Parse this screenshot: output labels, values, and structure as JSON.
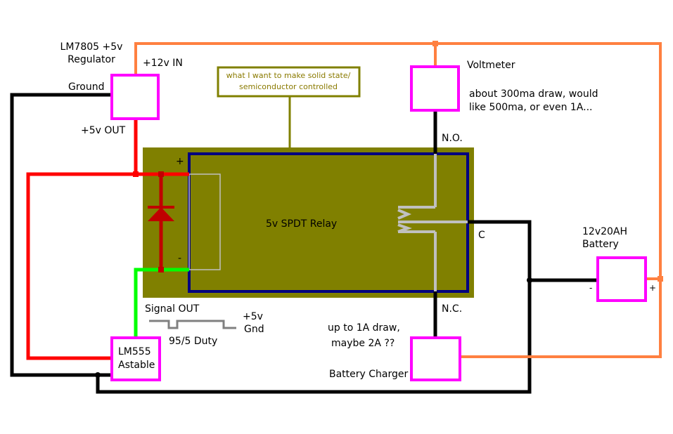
{
  "colors": {
    "wire_black": "#000000",
    "wire_red": "#ff0000",
    "wire_green": "#00ff00",
    "wire_orange": "#ff8040",
    "wire_olive": "#808000",
    "relay_body": "#808000",
    "relay_outline": "#000080",
    "component_box": "#ff00ff",
    "diode": "#c00000",
    "contact": "#c0c0c0"
  },
  "regulator": {
    "label_line1": "LM7805 +5v",
    "label_line2": "Regulator",
    "in_label": "+12v IN",
    "ground_label": "Ground",
    "out_label": "+5v OUT"
  },
  "note": {
    "line1": "what I want to make solid state/",
    "line2": "semiconductor controlled"
  },
  "relay": {
    "label": "5v SPDT Relay",
    "plus": "+",
    "minus": "-",
    "no_label": "N.O.",
    "nc_label": "N.C.",
    "c_label": "C"
  },
  "voltmeter": {
    "label": "Voltmeter",
    "note_line1": "about 300ma draw, would",
    "note_line2": "like 500ma, or even 1A..."
  },
  "battery": {
    "label_line1": "12v20AH",
    "label_line2": "Battery",
    "minus": "-",
    "plus": "+"
  },
  "timer": {
    "label_line1": "LM555",
    "label_line2": "Astable",
    "signal_label": "Signal OUT",
    "duty_label": "95/5 Duty",
    "high_label": "+5v",
    "low_label": "Gnd"
  },
  "charger": {
    "label": "Battery Charger",
    "note_line1": "up to 1A draw,",
    "note_line2": "maybe 2A ??"
  }
}
